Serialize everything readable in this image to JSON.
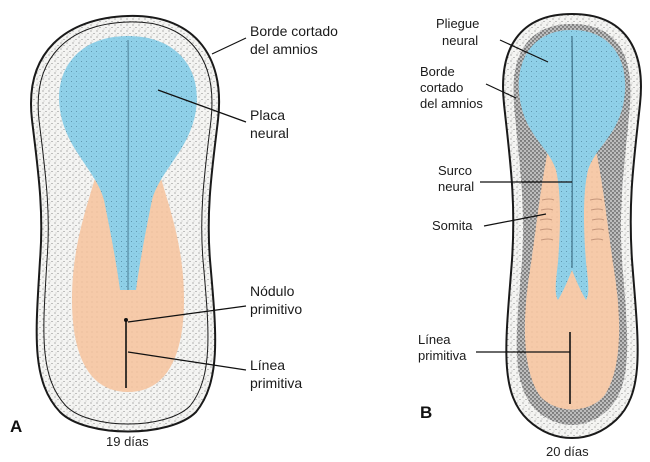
{
  "panel_a": {
    "letter": "A",
    "caption": "19 días",
    "labels": {
      "amnion_line1": "Borde cortado",
      "amnion_line2": "del amnios",
      "plate_line1": "Placa",
      "plate_line2": "neural",
      "node_line1": "Nódulo",
      "node_line2": "primitivo",
      "streak_line1": "Línea",
      "streak_line2": "primitiva"
    }
  },
  "panel_b": {
    "letter": "B",
    "caption": "20 días",
    "labels": {
      "fold_line1": "Pliegue",
      "fold_line2": "neural",
      "amnion_line1": "Borde",
      "amnion_line2": "cortado",
      "amnion_line3": "del amnios",
      "groove_line1": "Surco",
      "groove_line2": "neural",
      "somite": "Somita",
      "streak_line1": "Línea",
      "streak_line2": "primitiva"
    }
  },
  "colors": {
    "neural_blue": "#8ecfe6",
    "mesoderm_peach": "#f6c9a8",
    "stipple_bg": "#f2f2f0",
    "outline": "#1a1a1a"
  }
}
